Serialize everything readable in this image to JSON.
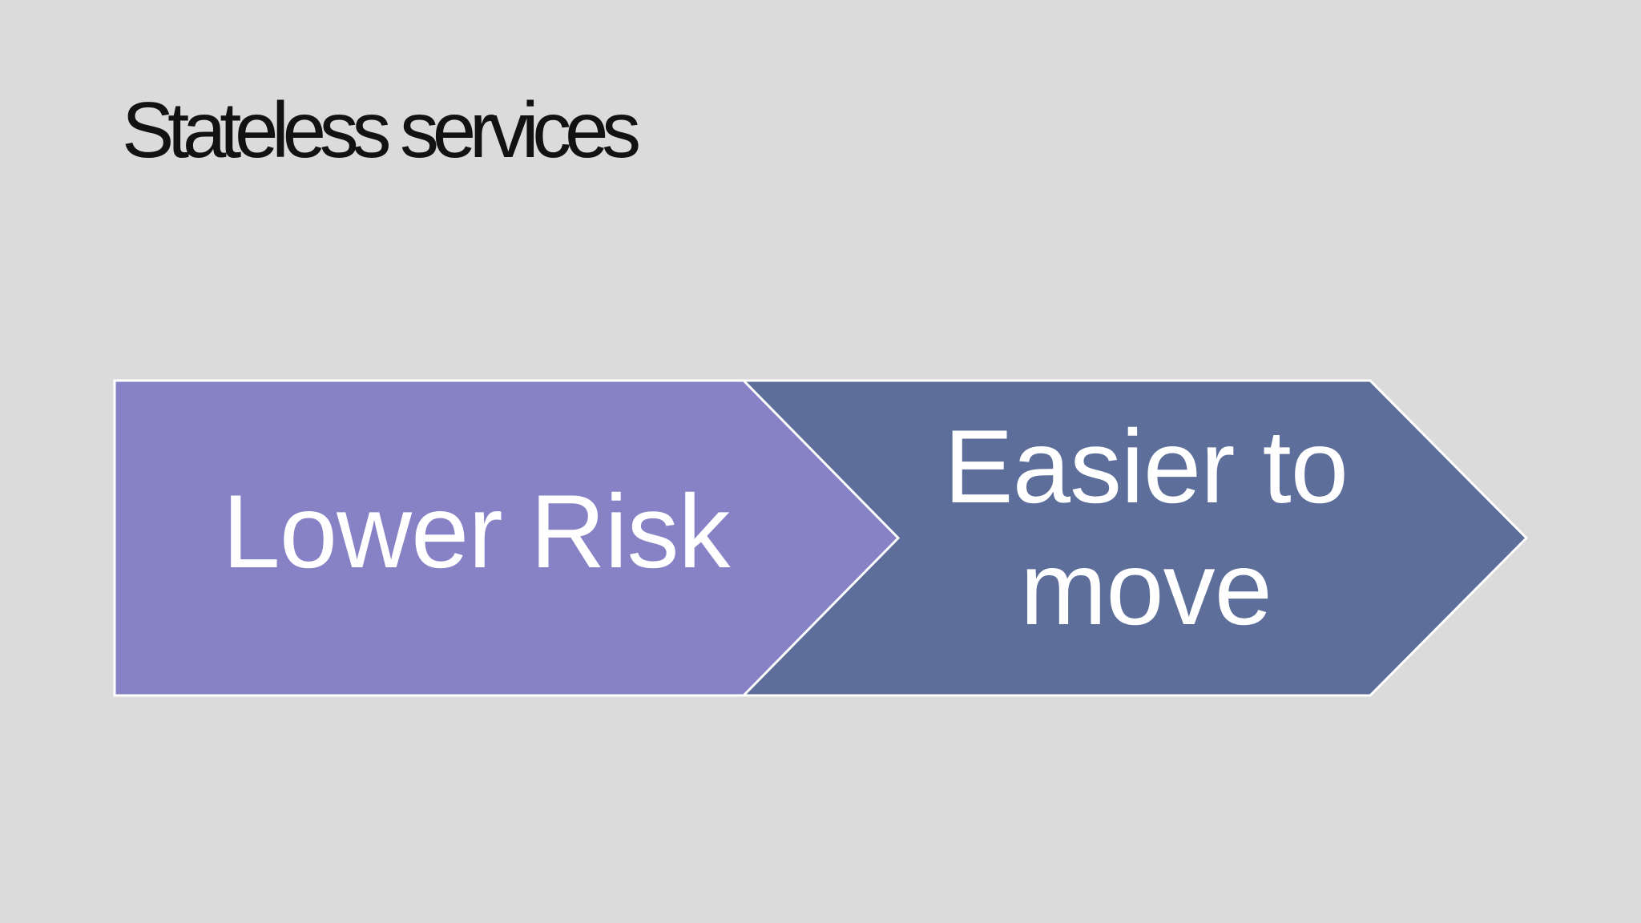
{
  "slide": {
    "title": "Stateless services"
  },
  "colors": {
    "background": "#DBDBDB",
    "title_text": "#121212",
    "arrow_stroke": "#FFFFFF",
    "arrow_text": "#FFFFFF"
  },
  "diagram": {
    "type": "process-arrow-sequence",
    "arrows": [
      {
        "label": "Lower Risk",
        "fill": "#8781C6"
      },
      {
        "label": "Easier to move",
        "fill": "#5C6E99"
      }
    ]
  }
}
